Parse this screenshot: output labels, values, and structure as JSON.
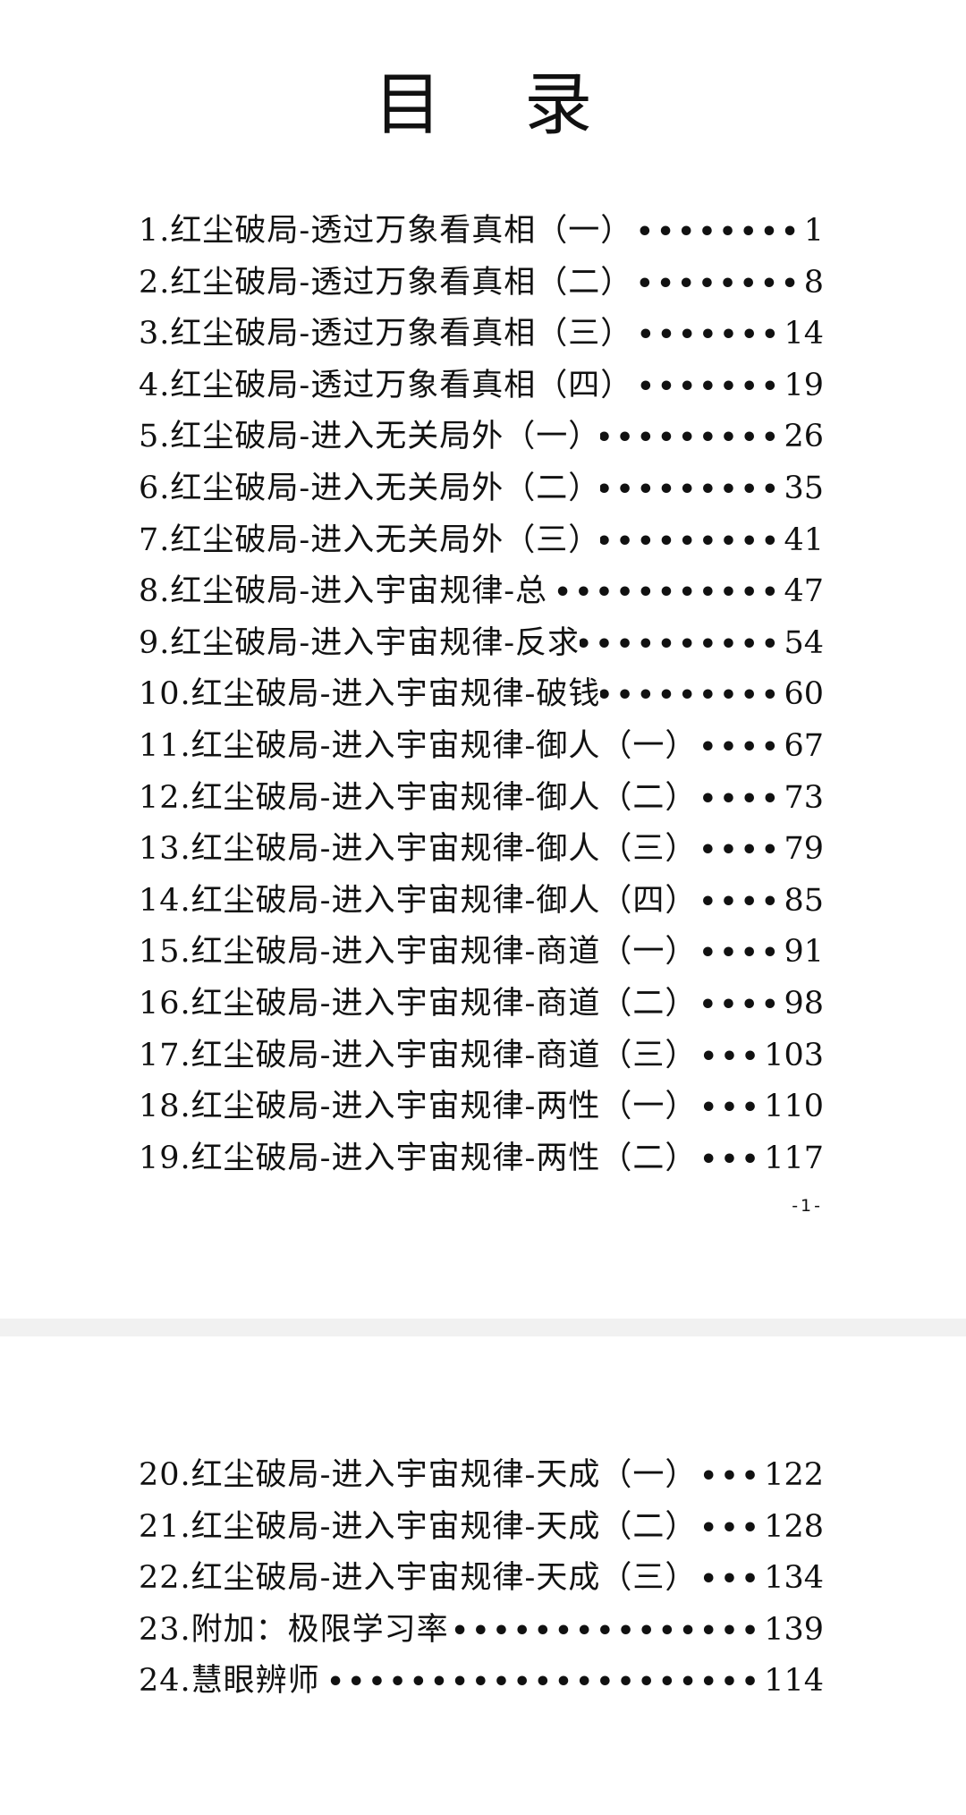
{
  "title": "目 录",
  "page1": {
    "entries": [
      {
        "text": "1.红尘破局-透过万象看真相（一）",
        "page": "1"
      },
      {
        "text": "2.红尘破局-透过万象看真相（二）",
        "page": "8"
      },
      {
        "text": "3.红尘破局-透过万象看真相（三）",
        "page": "14"
      },
      {
        "text": "4.红尘破局-透过万象看真相（四）",
        "page": "19"
      },
      {
        "text": "5.红尘破局-进入无关局外（一）",
        "page": "26"
      },
      {
        "text": "6.红尘破局-进入无关局外（二）",
        "page": "35"
      },
      {
        "text": "7.红尘破局-进入无关局外（三）",
        "page": "41"
      },
      {
        "text": "8.红尘破局-进入宇宙规律-总",
        "page": "47"
      },
      {
        "text": "9.红尘破局-进入宇宙规律-反求",
        "page": "54"
      },
      {
        "text": "10.红尘破局-进入宇宙规律-破钱",
        "page": "60"
      },
      {
        "text": "11.红尘破局-进入宇宙规律-御人（一）",
        "page": "67"
      },
      {
        "text": "12.红尘破局-进入宇宙规律-御人（二）",
        "page": "73"
      },
      {
        "text": "13.红尘破局-进入宇宙规律-御人（三）",
        "page": "79"
      },
      {
        "text": "14.红尘破局-进入宇宙规律-御人（四）",
        "page": "85"
      },
      {
        "text": "15.红尘破局-进入宇宙规律-商道（一）",
        "page": "91"
      },
      {
        "text": "16.红尘破局-进入宇宙规律-商道（二）",
        "page": "98"
      },
      {
        "text": "17.红尘破局-进入宇宙规律-商道（三）",
        "page": "103"
      },
      {
        "text": "18.红尘破局-进入宇宙规律-两性（一）",
        "page": "110"
      },
      {
        "text": "19.红尘破局-进入宇宙规律-两性（二）",
        "page": "117"
      }
    ],
    "footer": "-1-"
  },
  "page2": {
    "entries": [
      {
        "text": "20.红尘破局-进入宇宙规律-天成（一）",
        "page": "122"
      },
      {
        "text": "21.红尘破局-进入宇宙规律-天成（二）",
        "page": "128"
      },
      {
        "text": "22.红尘破局-进入宇宙规律-天成（三）",
        "page": "134"
      },
      {
        "text": "23.附加：极限学习率",
        "page": "139"
      },
      {
        "text": "24.慧眼辨师",
        "page": "114"
      }
    ]
  },
  "leader_char": "•",
  "colors": {
    "text": "#111111",
    "page_bg": "#ffffff",
    "gap_bg": "#f1f1f1"
  }
}
